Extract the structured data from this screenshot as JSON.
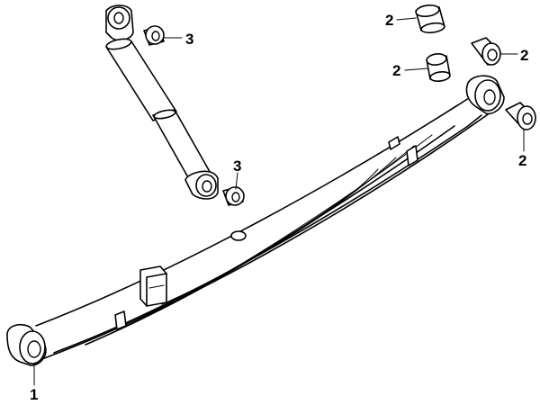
{
  "callouts": [
    {
      "id": "c1",
      "label": "1"
    },
    {
      "id": "c2a",
      "label": "2"
    },
    {
      "id": "c2b",
      "label": "2"
    },
    {
      "id": "c2c",
      "label": "2"
    },
    {
      "id": "c2d",
      "label": "2"
    },
    {
      "id": "c3a",
      "label": "3"
    },
    {
      "id": "c3b",
      "label": "3"
    }
  ]
}
